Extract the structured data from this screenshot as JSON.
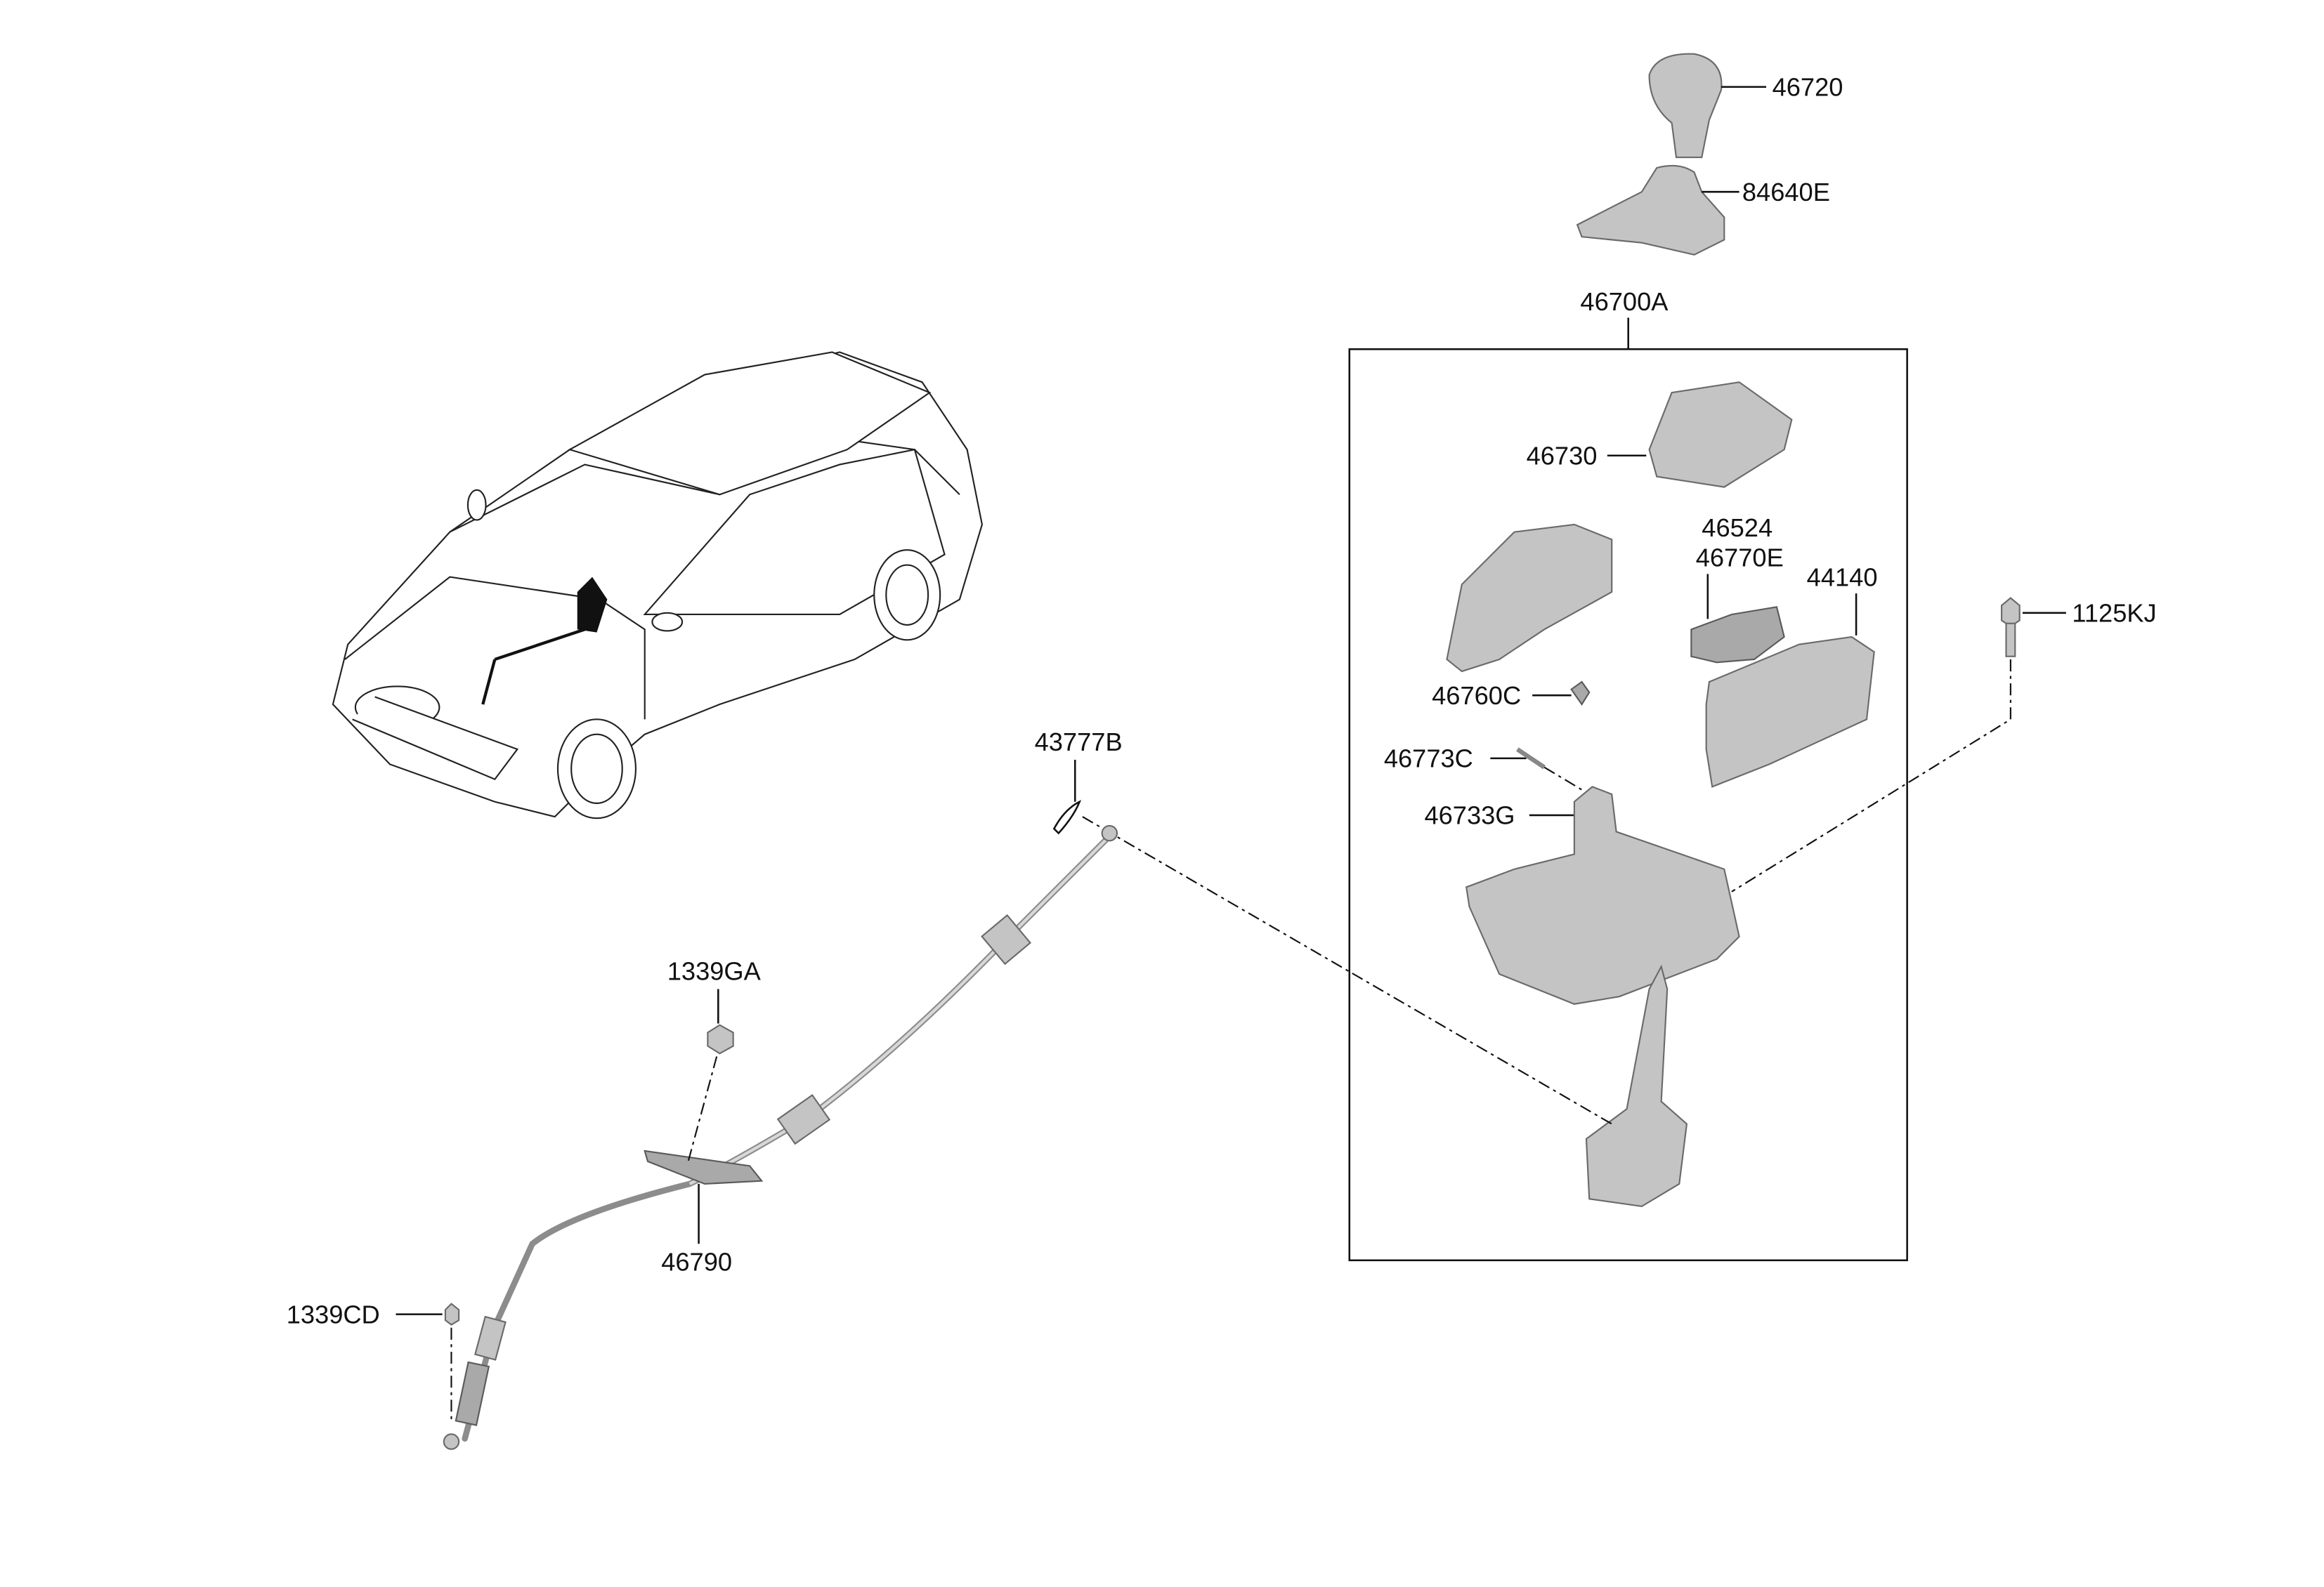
{
  "diagram": {
    "title_group": "46700A",
    "labels": {
      "knob": "46720",
      "boot": "84640E",
      "assembly": "46700A",
      "housing_upper": "46730",
      "sensor_a": "46524",
      "sensor_b": "46770E",
      "module": "44140",
      "bolt": "1125KJ",
      "clip_small": "46760C",
      "pin": "46773C",
      "bracket": "46733G",
      "cable_clip": "43777B",
      "nut_upper": "1339GA",
      "cable": "46790",
      "nut_lower": "1339CD"
    }
  }
}
